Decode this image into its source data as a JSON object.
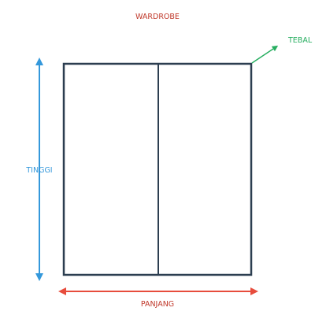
{
  "title": "WARDROBE",
  "labels": {
    "height": "TINGGI",
    "length": "PANJANG",
    "thickness": "TEBAL"
  },
  "colors": {
    "frame": "#2c3e50",
    "title": "#c0392b",
    "height": "#3498db",
    "length": "#e74c3c",
    "thickness": "#27ae60"
  }
}
